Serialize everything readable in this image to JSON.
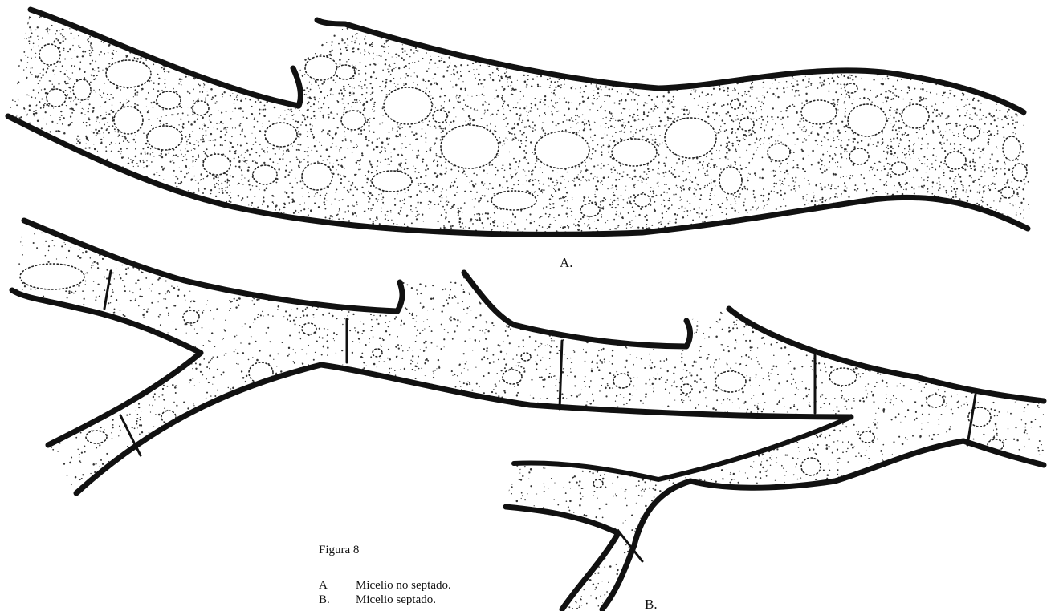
{
  "diagram": {
    "labels": {
      "a": "A.",
      "b": "B."
    },
    "caption": {
      "title": "Figura 8",
      "items": [
        {
          "key": "A",
          "text": "Micelio no septado."
        },
        {
          "key": "B.",
          "text": "Micelio septado."
        }
      ]
    },
    "colors": {
      "wall": "#111111",
      "stipple": "#333333",
      "vacuole": "#222222",
      "background": "#ffffff"
    }
  }
}
